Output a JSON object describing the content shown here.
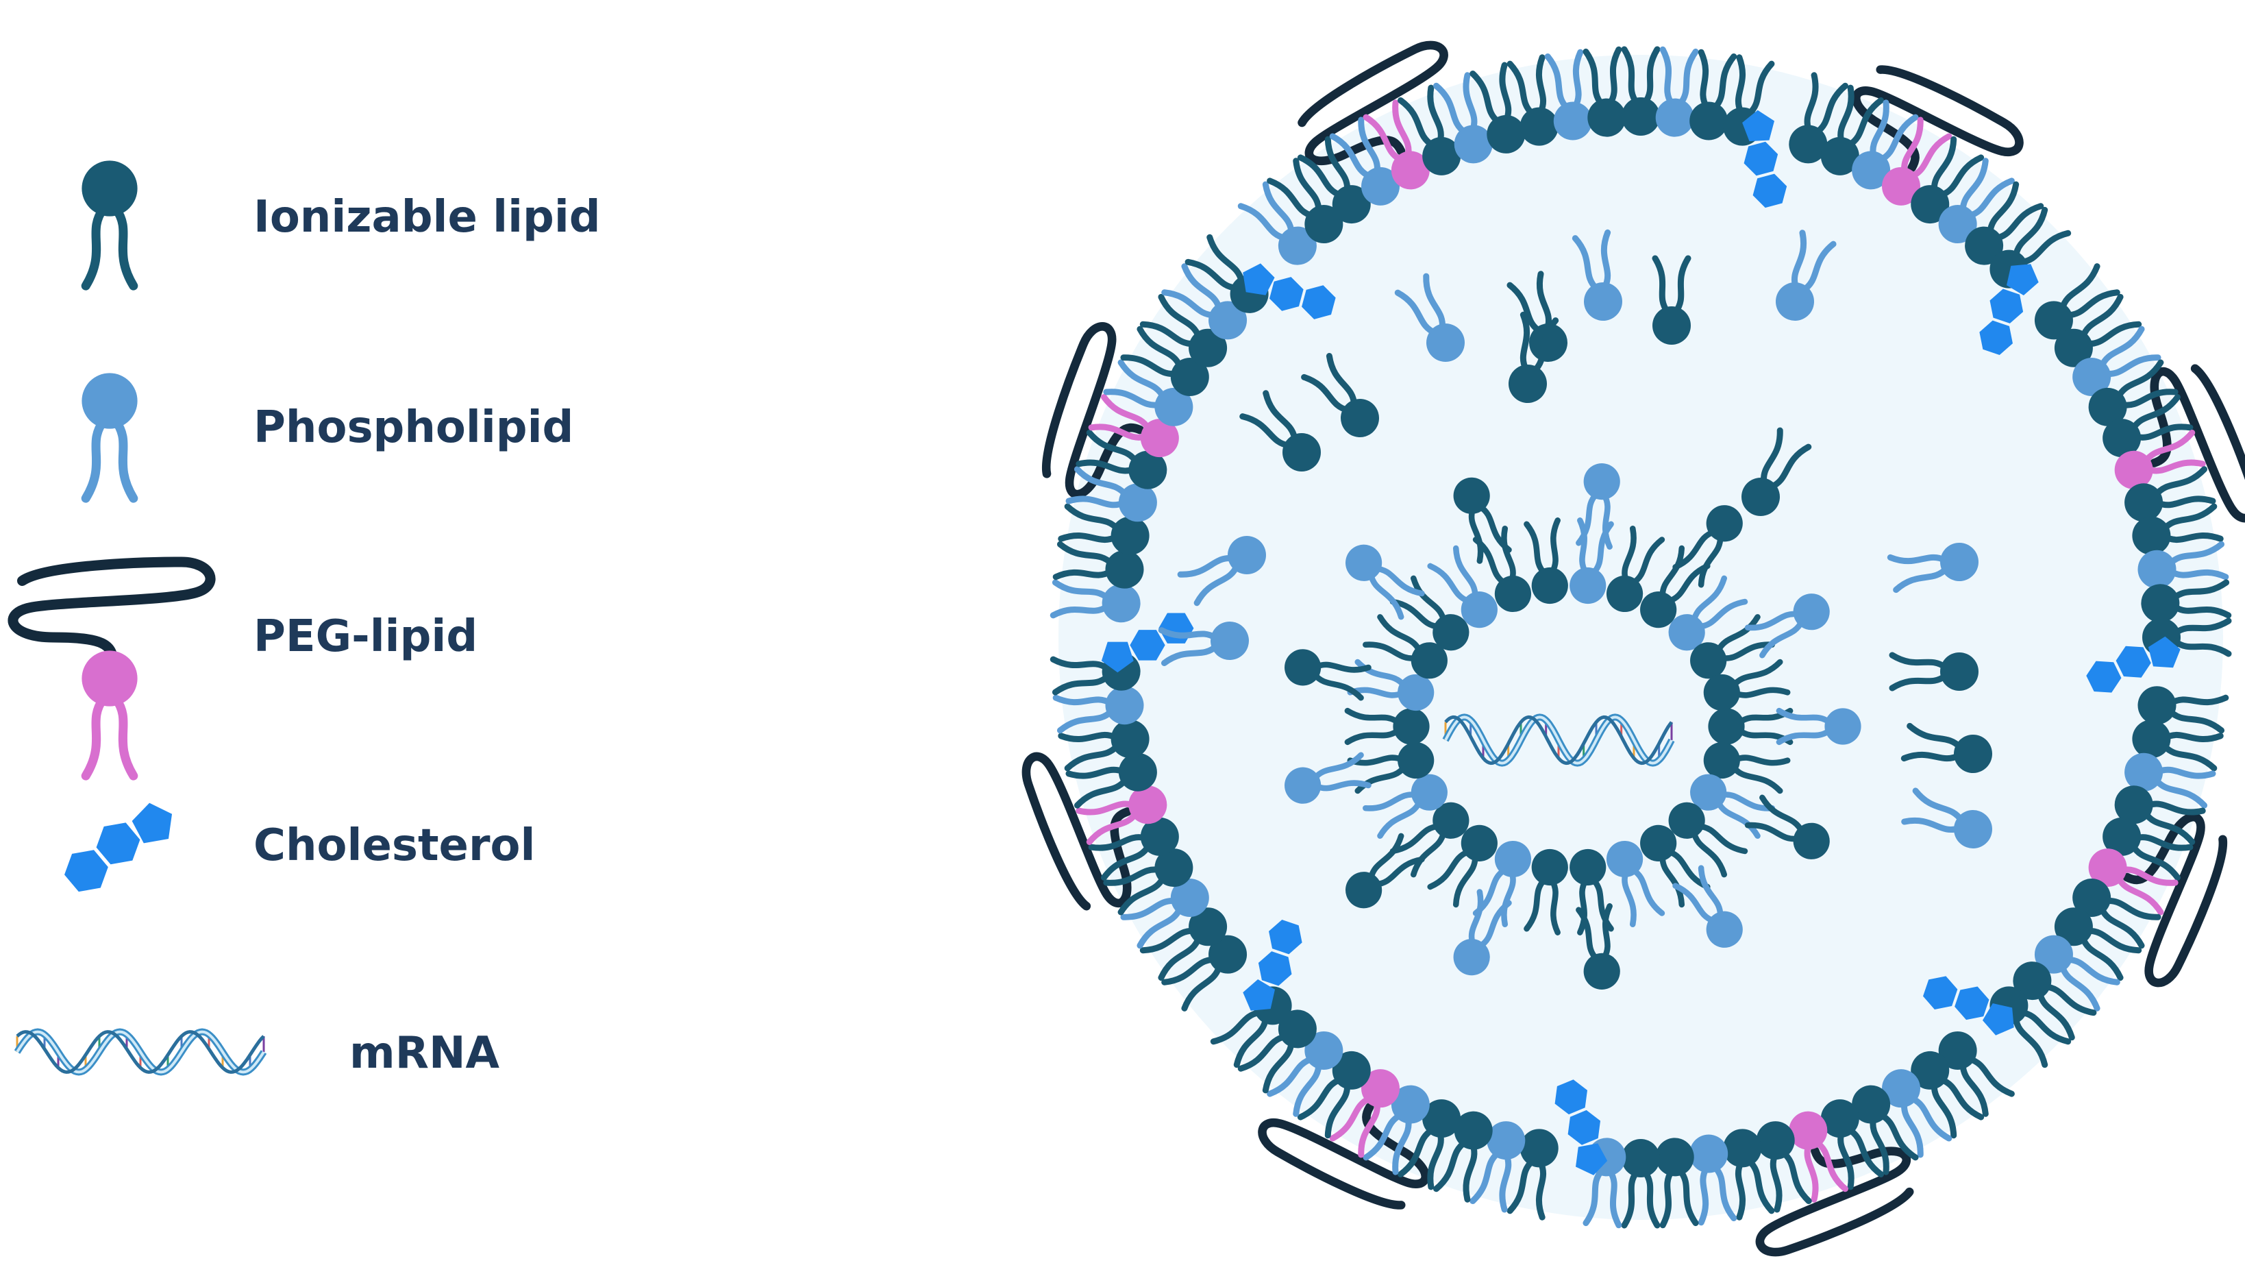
{
  "legend": {
    "ionizable_lipid": "Ionizable lipid",
    "phospholipid": "Phospholipid",
    "peg_lipid": "PEG-lipid",
    "cholesterol": "Cholesterol",
    "mrna": "mRNA"
  },
  "colors": {
    "ionizable": "#1a5a73",
    "phospholipid": "#5b9bd5",
    "peg": "#d86fcf",
    "cholesterol": "#2188ee",
    "peg_chain": "#142a3c",
    "core": "#eef7fc",
    "text": "#1f3a5a"
  },
  "icons": {
    "ionizable": "ionizable-lipid-icon",
    "phospholipid": "phospholipid-icon",
    "peg": "peg-lipid-icon",
    "cholesterol": "cholesterol-icon",
    "mrna": "mrna-helix-icon"
  }
}
